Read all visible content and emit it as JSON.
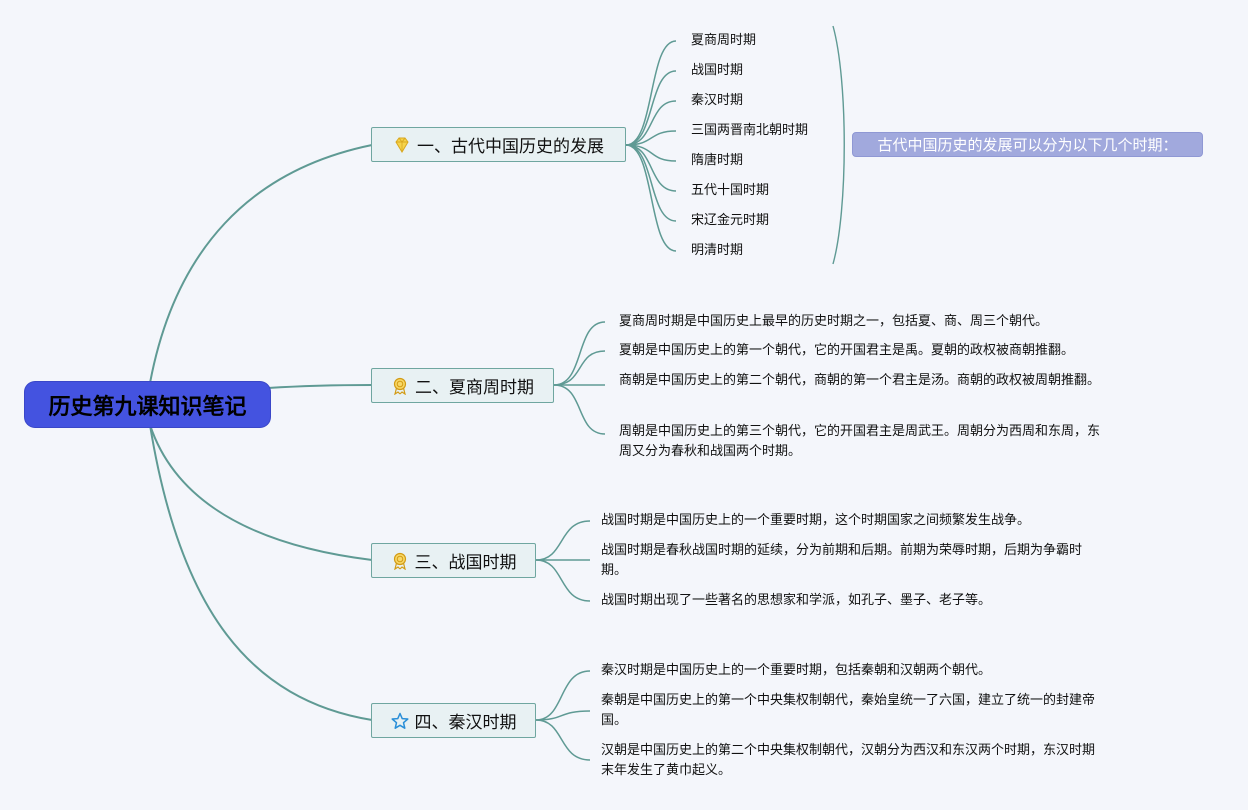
{
  "root": {
    "title": "历史第九课知识笔记"
  },
  "branches": [
    {
      "label": "一、古代中国历史的发展",
      "icon": "diamond-icon",
      "children": [
        "夏商周时期",
        "战国时期",
        "秦汉时期",
        "三国两晋南北朝时期",
        "隋唐时期",
        "五代十国时期",
        "宋辽金元时期",
        "明清时期"
      ],
      "summary": "古代中国历史的发展可以分为以下几个时期："
    },
    {
      "label": "二、夏商周时期",
      "icon": "medal-icon",
      "children": [
        "夏商周时期是中国历史上最早的历史时期之一，包括夏、商、周三个朝代。",
        "夏朝是中国历史上的第一个朝代，它的开国君主是禹。夏朝的政权被商朝推翻。",
        "商朝是中国历史上的第二个朝代，商朝的第一个君主是汤。商朝的政权被周朝推翻。",
        "周朝是中国历史上的第三个朝代，它的开国君主是周武王。周朝分为西周和东周，东周又分为春秋和战国两个时期。"
      ]
    },
    {
      "label": "三、战国时期",
      "icon": "medal-icon",
      "children": [
        "战国时期是中国历史上的一个重要时期，这个时期国家之间频繁发生战争。",
        "战国时期是春秋战国时期的延续，分为前期和后期。前期为荣辱时期，后期为争霸时期。",
        "战国时期出现了一些著名的思想家和学派，如孔子、墨子、老子等。"
      ]
    },
    {
      "label": "四、秦汉时期",
      "icon": "star-icon",
      "children": [
        "秦汉时期是中国历史上的一个重要时期，包括秦朝和汉朝两个朝代。",
        "秦朝是中国历史上的第一个中央集权制朝代，秦始皇统一了六国，建立了统一的封建帝国。",
        "汉朝是中国历史上的第二个中央集权制朝代，汉朝分为西汉和东汉两个时期，东汉时期末年发生了黄巾起义。"
      ]
    }
  ],
  "colors": {
    "root_bg": "#4453e0",
    "branch_bg": "#e8f1f3",
    "line": "#5f9a94",
    "summary_bg": "#a1a9dd"
  }
}
